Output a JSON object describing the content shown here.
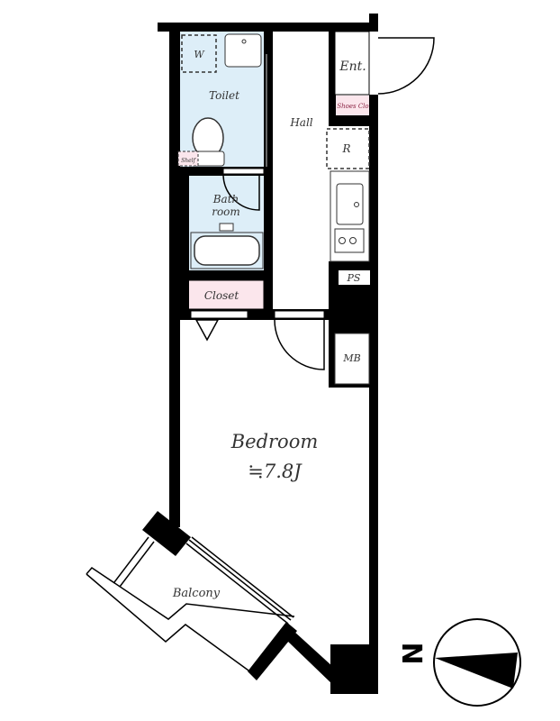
{
  "rooms": {
    "washer": "W",
    "toilet": "Toilet",
    "shelf": "Shelf",
    "hall": "Hall",
    "entrance": "Ent.",
    "shoes_closet": "Shoes Clo",
    "refrigerator": "R",
    "bathroom_line1": "Bath",
    "bathroom_line2": "room",
    "closet": "Closet",
    "pipe_space": "PS",
    "meter_box": "MB",
    "bedroom": "Bedroom",
    "bedroom_size": "≒7.8J",
    "balcony": "Balcony"
  },
  "compass": {
    "label": "N",
    "icon": "north-arrow-icon"
  },
  "colors": {
    "wet_area": "#ddeef8",
    "storage": "#fbe6ec",
    "wall": "#000000"
  }
}
